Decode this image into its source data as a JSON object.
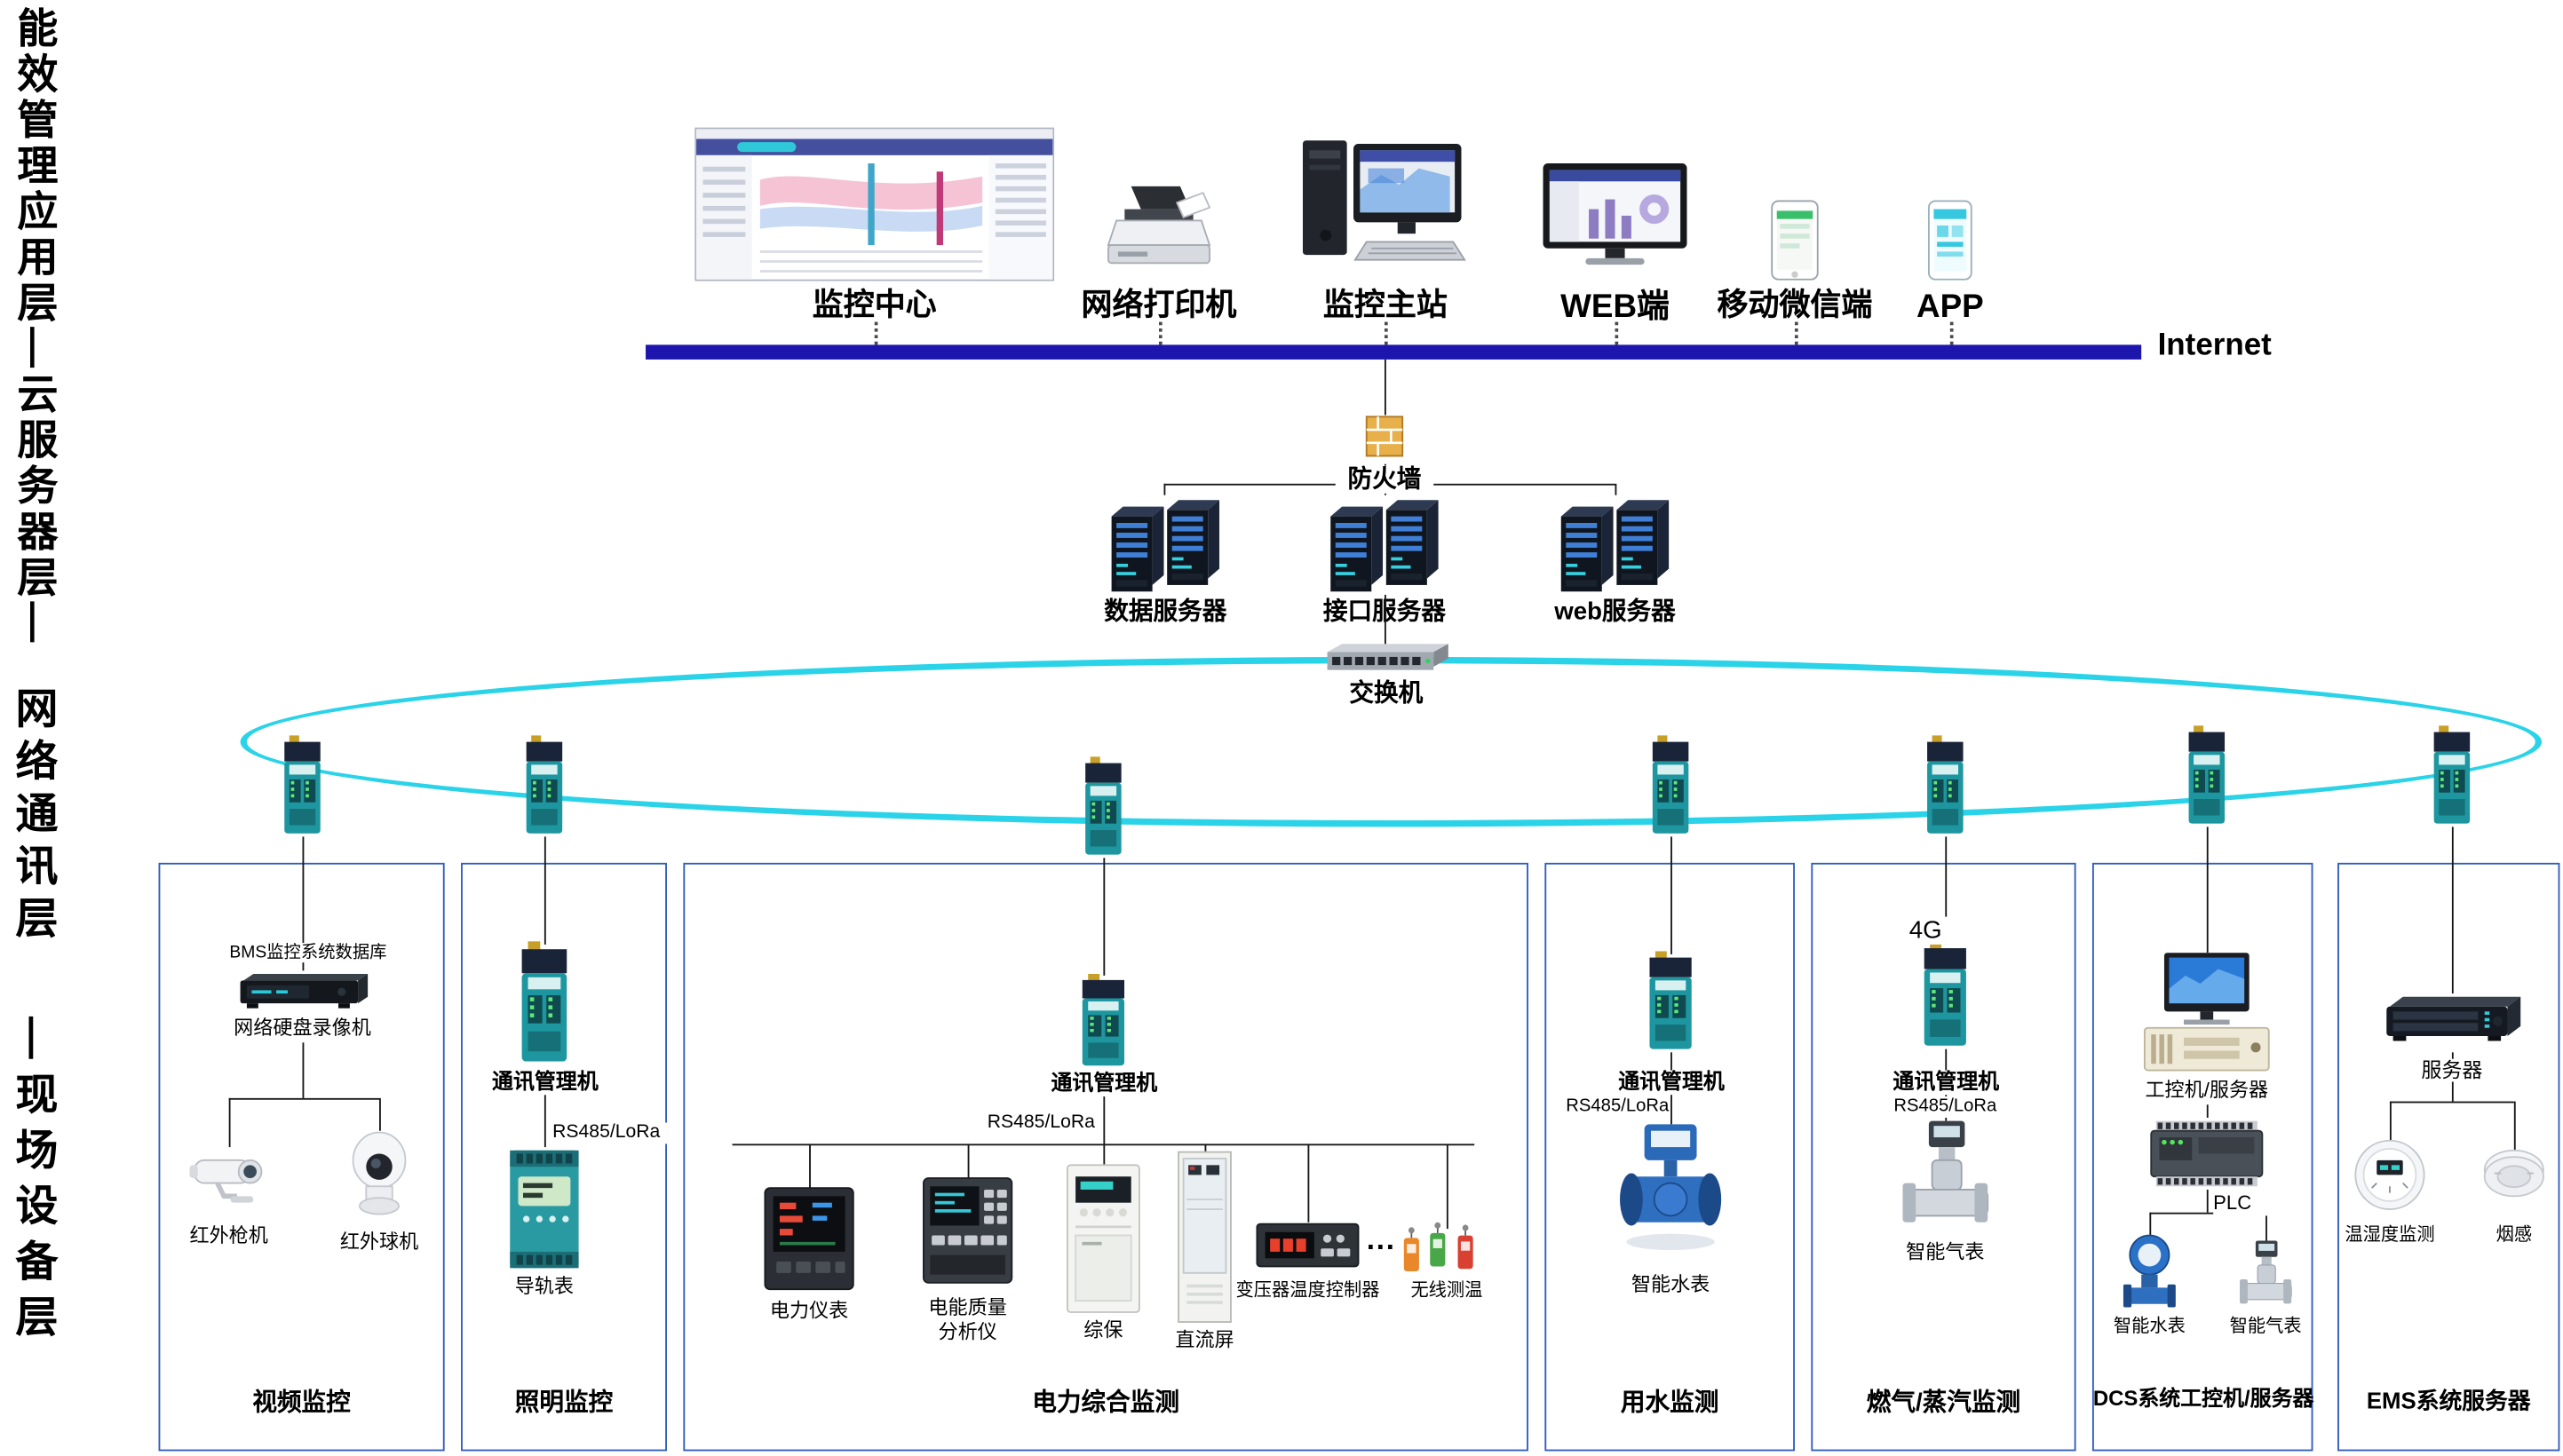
{
  "layers": {
    "app_cloud": "能效管理应用层—云服务器层—",
    "network": "网络通讯层",
    "field": "—现场设备层"
  },
  "top_row": {
    "monitoring_center": "监控中心",
    "network_printer": "网络打印机",
    "monitoring_master": "监控主站",
    "web_terminal": "WEB端",
    "mobile_wechat": "移动微信端",
    "app": "APP"
  },
  "internet_label": "Internet",
  "cloud": {
    "firewall": "防火墙",
    "data_server": "数据服务器",
    "interface_server": "接口服务器",
    "web_server": "web服务器",
    "switch": "交换机"
  },
  "video": {
    "title": "视频监控",
    "bms_db": "BMS监控系统数据库",
    "nvr": "网络硬盘录像机",
    "bullet_camera": "红外枪机",
    "dome_camera": "红外球机"
  },
  "lighting": {
    "title": "照明监控",
    "comm_manager": "通讯管理机",
    "bus": "RS485/LoRa",
    "din_meter": "导轨表"
  },
  "power": {
    "title": "电力综合监测",
    "comm_manager": "通讯管理机",
    "bus": "RS485/LoRa",
    "power_meter": "电力仪表",
    "pq_analyzer_line1": "电能质量",
    "pq_analyzer_line2": "分析仪",
    "relay": "综保",
    "dc_panel": "直流屏",
    "temp_controller": "变压器温度控制器",
    "ellipsis": "···",
    "wireless_temp": "无线测温"
  },
  "water": {
    "title": "用水监测",
    "comm_manager": "通讯管理机",
    "bus": "RS485/LoRa",
    "meter": "智能水表"
  },
  "gas": {
    "title": "燃气/蒸汽监测",
    "network_4g": "4G",
    "comm_manager": "通讯管理机",
    "bus": "RS485/LoRa",
    "meter": "智能气表"
  },
  "dcs": {
    "title": "DCS系统工控机/服务器",
    "ipc": "工控机/服务器",
    "plc": "PLC",
    "water_meter": "智能水表",
    "gas_meter": "智能气表"
  },
  "ems": {
    "title": "EMS系统服务器",
    "server": "服务器",
    "temp_humidity": "温湿度监测",
    "smoke": "烟感"
  },
  "colors": {
    "backbone_bar": "#1d16ad",
    "ring_cyan": "#2bd3e8",
    "box_border": "#2e5bc0",
    "device_teal": "#1e96a0"
  }
}
